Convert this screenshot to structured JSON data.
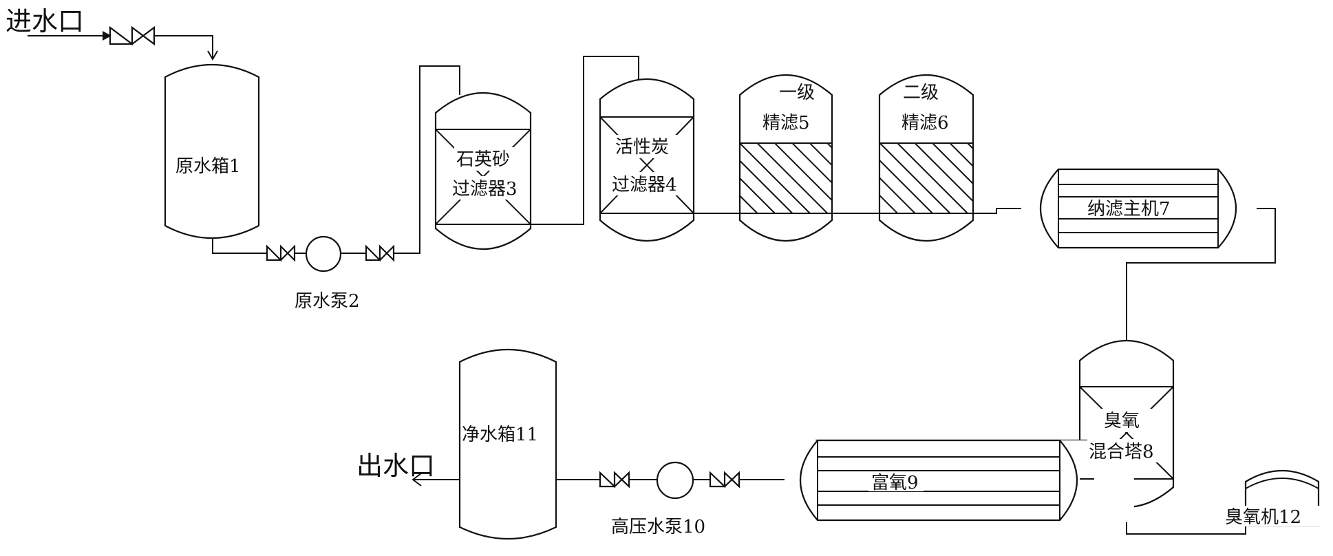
{
  "labels": {
    "inlet": "进水口",
    "outlet": "出水口",
    "raw_tank": "原水箱1",
    "raw_pump": "原水泵2",
    "quartz_filter_line1": "石英砂",
    "quartz_filter_line2": "过滤器3",
    "carbon_filter_line1": "活性炭",
    "carbon_filter_line2": "过滤器4",
    "fine_filter1_line1": "一级",
    "fine_filter1_line2": "精滤5",
    "fine_filter2_line1": "二级",
    "fine_filter2_line2": "精滤6",
    "nanofiltration": "纳滤主机7",
    "ozone_tower_line1": "臭氧",
    "ozone_tower_line2": "混合塔8",
    "oxygen_enricher": "富氧9",
    "hp_pump": "高压水泵10",
    "clean_tank": "净水箱11",
    "ozone_generator": "臭氧机12"
  }
}
